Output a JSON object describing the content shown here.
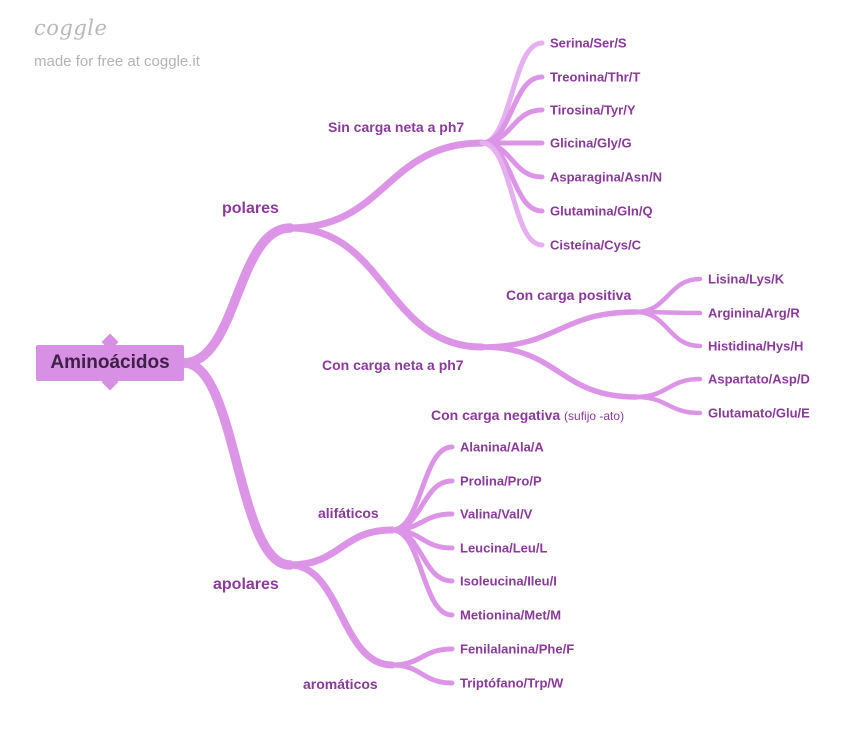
{
  "brand": {
    "logo": "coggle",
    "tagline": "made for free at coggle.it"
  },
  "colors": {
    "branch": "#dc95e6",
    "branch_light": "#e6aff0",
    "root": "#d790e3",
    "text": "#8a3a9a"
  },
  "root": {
    "label": "Aminoácidos"
  },
  "polares": {
    "label": "polares",
    "sin_carga": {
      "label": "Sin carga neta a ph7",
      "items": [
        "Serina/Ser/S",
        "Treonina/Thr/T",
        "Tirosina/Tyr/Y",
        "Glicina/Gly/G",
        "Asparagina/Asn/N",
        "Glutamina/Gln/Q",
        "Cisteína/Cys/C"
      ]
    },
    "con_carga": {
      "label": "Con carga neta a ph7",
      "positiva": {
        "label": "Con carga positiva",
        "items": [
          "Lisina/Lys/K",
          "Arginina/Arg/R",
          "Histidina/Hys/H"
        ]
      },
      "negativa": {
        "label": "Con carga negativa",
        "note": "(sufijo -ato)",
        "items": [
          "Aspartato/Asp/D",
          "Glutamato/Glu/E"
        ]
      }
    }
  },
  "apolares": {
    "label": "apolares",
    "alifaticos": {
      "label": "alifáticos",
      "items": [
        "Alanina/Ala/A",
        "Prolina/Pro/P",
        "Valina/Val/V",
        "Leucina/Leu/L",
        "Isoleucina/Ileu/I",
        "Metionina/Met/M"
      ]
    },
    "aromaticos": {
      "label": "aromáticos",
      "items": [
        "Fenilalanina/Phe/F",
        "Triptófano/Trp/W"
      ]
    }
  }
}
